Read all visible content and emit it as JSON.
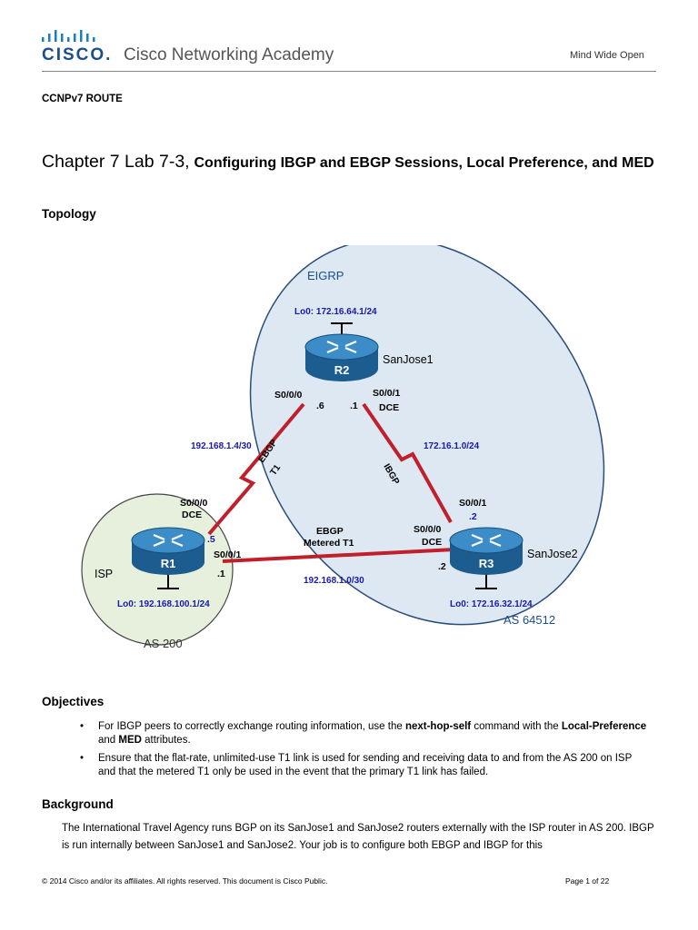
{
  "header": {
    "brand": "CISCO.",
    "academy": "Cisco Networking Academy",
    "tagline": "Mind Wide Open"
  },
  "course": "CCNPv7 ROUTE",
  "title": {
    "chapter": "Chapter 7 Lab 7-3",
    "sep": ", ",
    "rest": "Configuring IBGP and EBGP Sessions, Local Preference, and MED"
  },
  "topology": {
    "heading": "Topology",
    "eigrp_label": "EIGRP",
    "as_left": "AS 200",
    "as_right": "AS 64512",
    "routers": [
      {
        "id": "R2",
        "hostname": "SanJose1",
        "loopback": "Lo0: 172.16.64.1/24"
      },
      {
        "id": "R1",
        "hostname": "ISP",
        "loopback": "Lo0: 192.168.100.1/24"
      },
      {
        "id": "R3",
        "hostname": "SanJose2",
        "loopback": "Lo0: 172.16.32.1/24"
      }
    ],
    "links": {
      "r1_r2": {
        "network": "192.168.1.4/30",
        "label1": "EBGP",
        "label2": "T1",
        "r2_if": "S0/0/0",
        "r2_host": ".6",
        "r1_if": "S0/0/0",
        "r1_dce": "DCE",
        "r1_host": ".5"
      },
      "r2_r3": {
        "network": "172.16.1.0/24",
        "label": "IBGP",
        "r2_if": "S0/0/1",
        "r2_dce": "DCE",
        "r2_host": ".1",
        "r3_if": "S0/0/1",
        "r3_host": ".2"
      },
      "r1_r3": {
        "network": "192.168.1.0/30",
        "label1": "EBGP",
        "label2": "Metered T1",
        "r1_if": "S0/0/1",
        "r1_host": ".1",
        "r3_if": "S0/0/0",
        "r3_dce": "DCE",
        "r3_host": ".2"
      }
    }
  },
  "objectives": {
    "heading": "Objectives",
    "items": [
      {
        "p1": "For IBGP peers to correctly exchange routing information, use the ",
        "b1": "next-hop-self",
        "p2": " command with the ",
        "b2": "Local-Preference",
        "p3": " and ",
        "b3": "MED",
        "p4": " attributes."
      },
      {
        "text": "Ensure that the flat-rate, unlimited-use T1 link is used for sending and receiving data to and from the AS 200 on ISP and that the metered T1 only be used in the event that the primary T1 link has failed."
      }
    ]
  },
  "background": {
    "heading": "Background",
    "text": "The International Travel Agency runs BGP on its SanJose1 and SanJose2 routers externally with the ISP router in AS 200. IBGP is run internally between SanJose1 and SanJose2. Your job is to configure both EBGP and IBGP for this"
  },
  "footer": {
    "copyright": "© 2014 Cisco and/or its affiliates. All rights reserved. This document is Cisco Public.",
    "page": "Page 1 of 22"
  },
  "colors": {
    "brand_blue": "#1a4f8c",
    "link_red": "#c0202c",
    "address_blue": "#1a1aa8",
    "as_right_fill": "#dde8f2",
    "as_left_fill": "#e6f0dc",
    "router_blue": "#2a6fa6"
  }
}
